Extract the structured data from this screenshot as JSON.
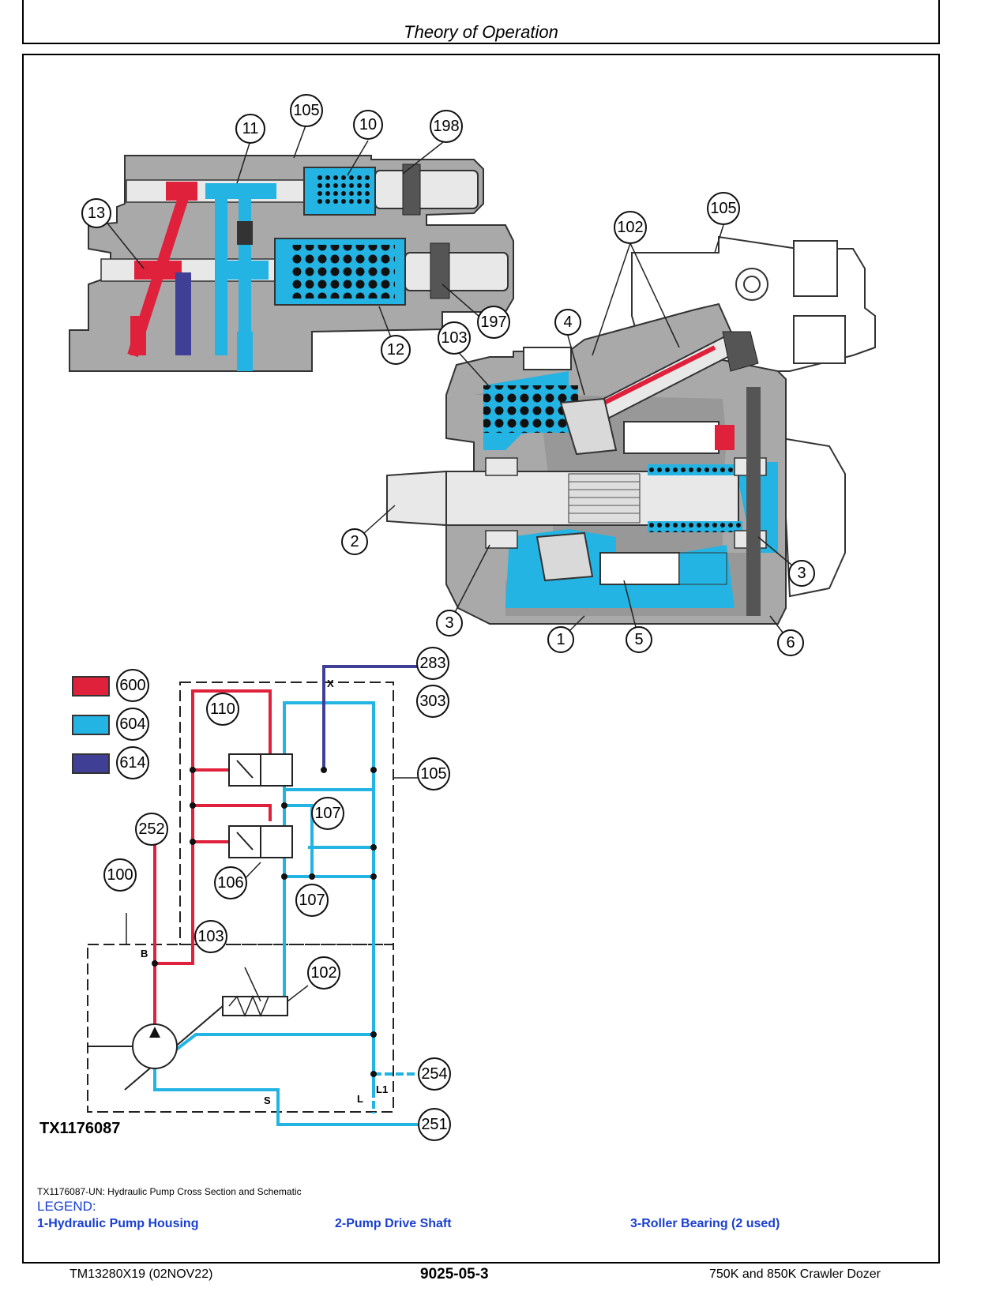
{
  "header": {
    "title": "Theory of Operation"
  },
  "figure": {
    "id": "TX1176087",
    "caption": "TX1176087-UN: Hydraulic Pump Cross Section and Schematic",
    "callouts": [
      "1",
      "2",
      "3",
      "3",
      "4",
      "5",
      "6",
      "10",
      "11",
      "12",
      "13",
      "100",
      "102",
      "102",
      "103",
      "103",
      "105",
      "105",
      "105",
      "106",
      "107",
      "107",
      "110",
      "197",
      "198",
      "251",
      "252",
      "254",
      "283",
      "303"
    ],
    "schematic_letters": [
      "X",
      "B",
      "S",
      "L",
      "L1"
    ]
  },
  "color_key": [
    {
      "code": "600",
      "color": "#e0213b"
    },
    {
      "code": "604",
      "color": "#23b4e3"
    },
    {
      "code": "614",
      "color": "#3f3f96"
    }
  ],
  "legend": {
    "title": "LEGEND:",
    "items": [
      "1-Hydraulic Pump Housing",
      "2-Pump Drive Shaft",
      "3-Roller Bearing (2 used)"
    ]
  },
  "footer": {
    "left": "TM13280X19 (02NOV22)",
    "center": "9025-05-3",
    "right": "750K and 850K Crawler Dozer"
  }
}
